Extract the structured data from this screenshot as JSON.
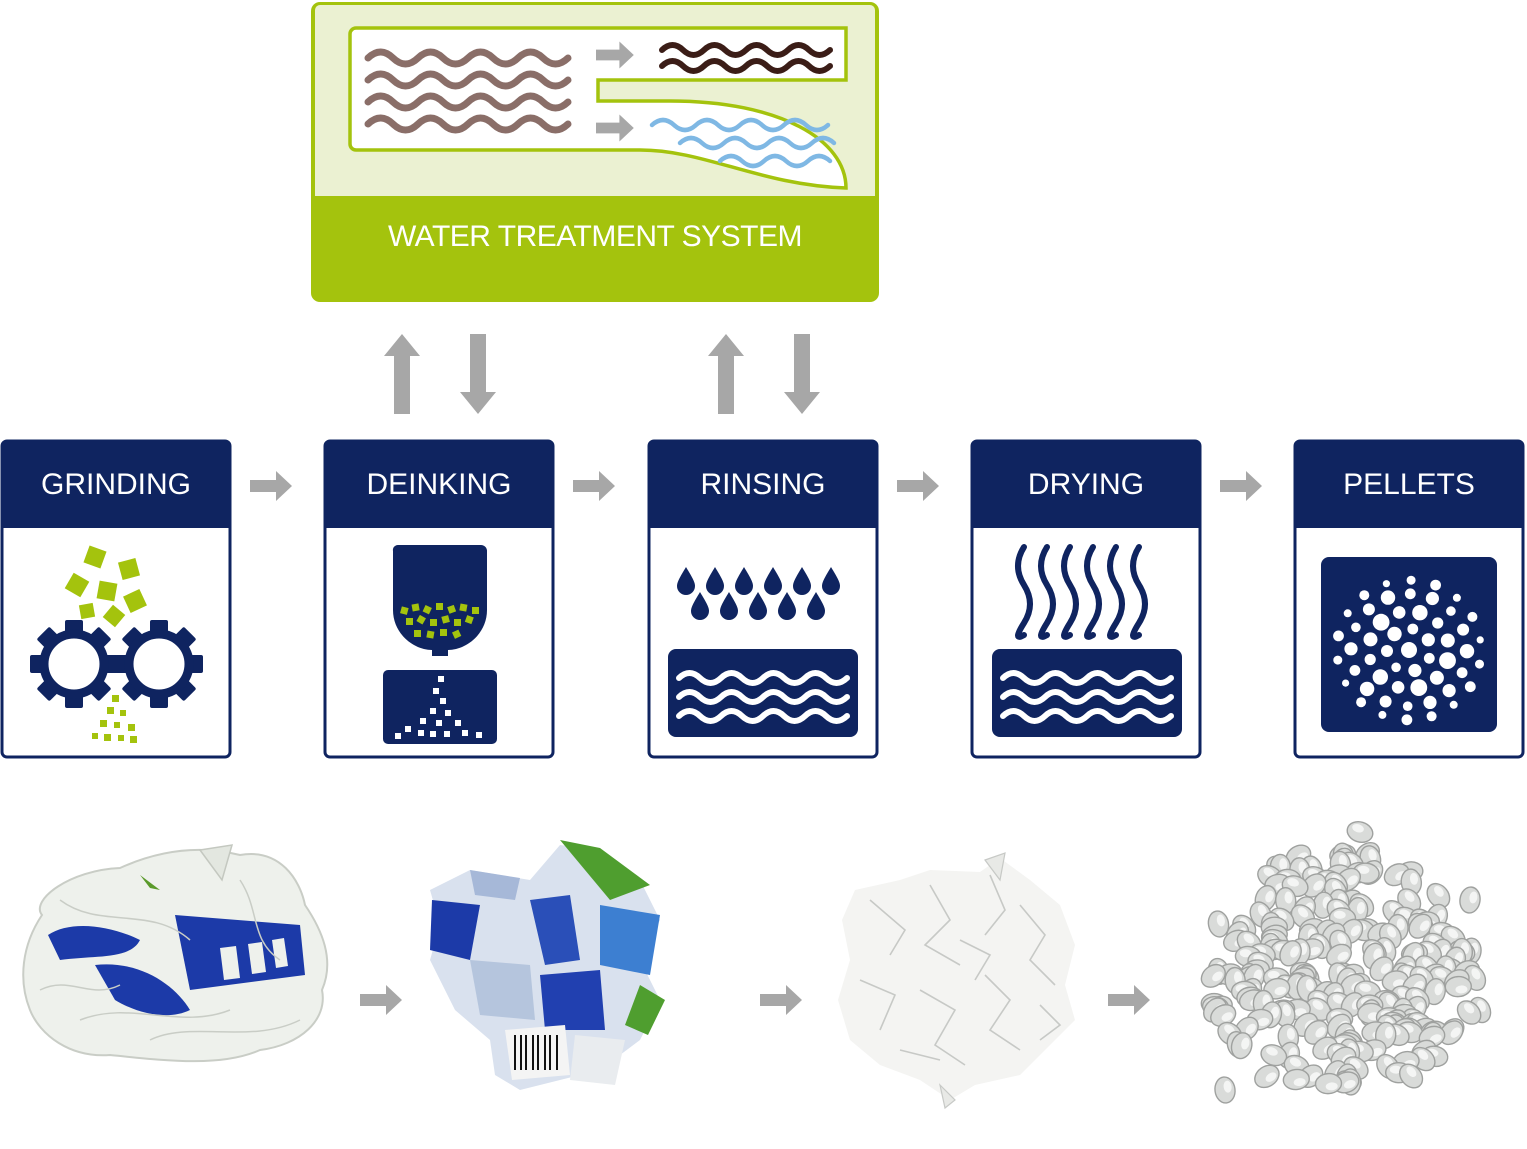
{
  "water_treatment": {
    "label": "WATER TREATMENT SYSTEM"
  },
  "steps": [
    {
      "title": "GRINDING"
    },
    {
      "title": "DEINKING"
    },
    {
      "title": "RINSING"
    },
    {
      "title": "DRYING"
    },
    {
      "title": "PELLETS"
    }
  ],
  "colors": {
    "navy": "#0f2460",
    "green": "#a4c30d",
    "green_light": "#ebf1d2",
    "arrow_gray": "#a7a7a7",
    "dirty_water": "#8a6e68",
    "sludge": "#3b1d17",
    "clean_water": "#7fb8e4",
    "plastic_blue": "#1c3aa8"
  },
  "photos": [
    {
      "subject": "crumpled-plastic-bags"
    },
    {
      "subject": "shredded-plastic-pieces"
    },
    {
      "subject": "white-plastic-flakes"
    },
    {
      "subject": "white-plastic-pellets"
    }
  ]
}
